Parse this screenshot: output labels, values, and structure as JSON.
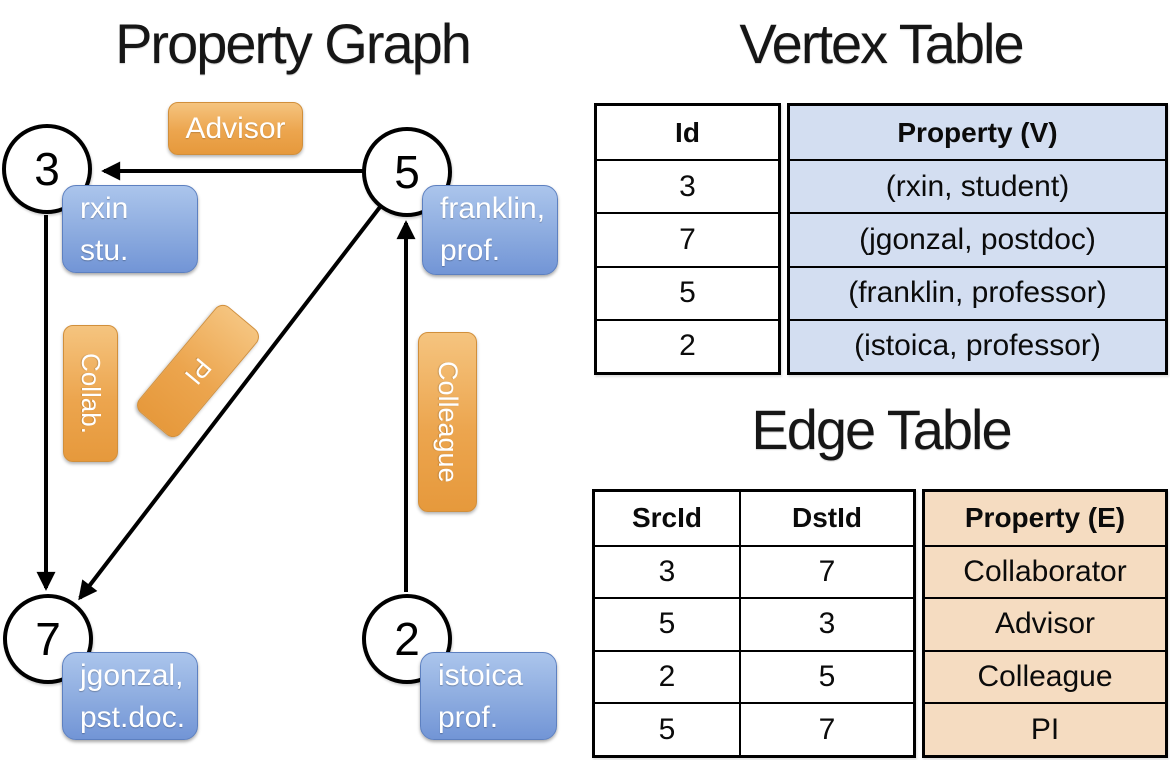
{
  "graph": {
    "title": "Property Graph",
    "nodes": [
      {
        "id": "3",
        "prop_line1": "rxin",
        "prop_line2": "stu."
      },
      {
        "id": "5",
        "prop_line1": "franklin,",
        "prop_line2": "prof."
      },
      {
        "id": "7",
        "prop_line1": "jgonzal,",
        "prop_line2": "pst.doc."
      },
      {
        "id": "2",
        "prop_line1": "istoica",
        "prop_line2": "prof."
      }
    ],
    "edge_labels": {
      "advisor": "Advisor",
      "collab": "Collab.",
      "pi": "PI",
      "colleague": "Colleague"
    }
  },
  "vertex_table": {
    "title": "Vertex Table",
    "columns": {
      "id": "Id",
      "property": "Property (V)"
    },
    "rows": [
      {
        "id": "3",
        "property": "(rxin, student)"
      },
      {
        "id": "7",
        "property": "(jgonzal, postdoc)"
      },
      {
        "id": "5",
        "property": "(franklin, professor)"
      },
      {
        "id": "2",
        "property": "(istoica, professor)"
      }
    ]
  },
  "edge_table": {
    "title": "Edge Table",
    "columns": {
      "src": "SrcId",
      "dst": "DstId",
      "property": "Property (E)"
    },
    "rows": [
      {
        "src": "3",
        "dst": "7",
        "property": "Collaborator"
      },
      {
        "src": "5",
        "dst": "3",
        "property": "Advisor"
      },
      {
        "src": "2",
        "dst": "5",
        "property": "Colleague"
      },
      {
        "src": "5",
        "dst": "7",
        "property": "PI"
      }
    ]
  },
  "colors": {
    "vertex_property_fill": "#d3def1",
    "edge_property_fill": "#f5dcc1",
    "node_box_blue": "#8cabdf",
    "edge_label_orange": "#eca54e",
    "line_black": "#000000"
  }
}
